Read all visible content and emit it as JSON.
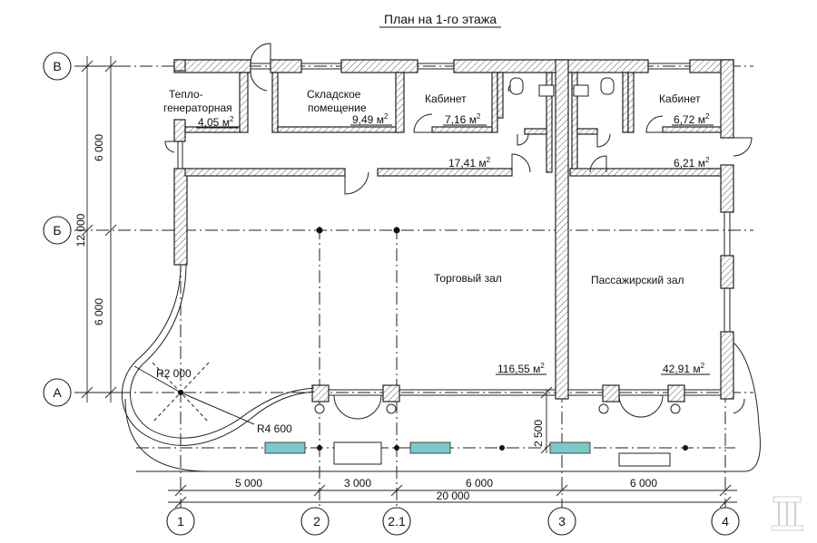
{
  "title": "План на 1-го этажа",
  "axes_rows": {
    "v": "В",
    "b": "Б",
    "a": "А"
  },
  "axes_cols": {
    "c1": "1",
    "c2": "2",
    "c21": "2.1",
    "c3": "3",
    "c4": "4"
  },
  "rooms": {
    "heat": {
      "name1": "Тепло-",
      "name2": "генераторная",
      "area": "4,05 м",
      "sup": "2"
    },
    "store": {
      "name1": "Складское",
      "name2": "помещение",
      "area": "9,49 м",
      "sup": "2"
    },
    "office1": {
      "name": "Кабинет",
      "area": "7,16 м",
      "sup": "2"
    },
    "office2": {
      "name": "Кабинет",
      "area": "6,72 м",
      "sup": "2"
    },
    "corridor": {
      "area": "17,41 м",
      "sup": "2"
    },
    "vestibule": {
      "area": "6,21 м",
      "sup": "2"
    },
    "trade": {
      "name": "Торговый зал",
      "area": "116,55 м",
      "sup": "2"
    },
    "passenger": {
      "name": "Пассажирский зал",
      "area": "42,91 м",
      "sup": "2"
    }
  },
  "dims": {
    "left_top": "6 000",
    "left_total": "12 000",
    "left_bottom": "6 000",
    "d1": "5 000",
    "d2": "3 000",
    "d3": "6 000",
    "d4": "6 000",
    "total": "20 000",
    "canopy": "2 500"
  },
  "radii": {
    "r1": "R2 000",
    "r2": "R4 600"
  }
}
